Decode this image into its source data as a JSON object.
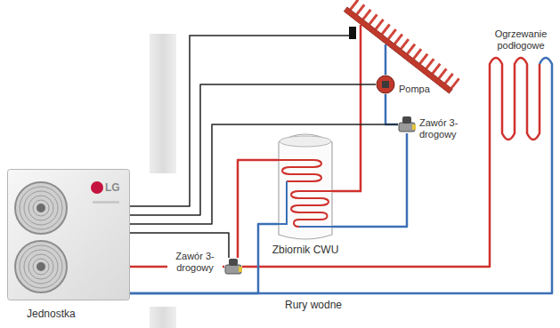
{
  "diagram": {
    "nodes": [
      {
        "text": [
          "Pompa"
        ]
      },
      {
        "text": [
          "Ogrzewanie podłogowe"
        ]
      },
      {
        "text": [
          "Zawór 3-drogowy"
        ]
      },
      {
        "text": [
          "Zbiornik CWU"
        ]
      },
      {
        "text": [
          "LG",
          "Jednostka"
        ]
      },
      {
        "text": [
          "Zawór 3-drogowy"
        ]
      }
    ],
    "edges": [
      {
        "from": 4,
        "to": 5,
        "arrow": "none"
      },
      {
        "from": 5,
        "to": 3,
        "arrow": "none"
      },
      {
        "from": 5,
        "to": 1,
        "arrow": "none"
      },
      {
        "from": 1,
        "to": 4,
        "arrow": "none"
      },
      {
        "from": 3,
        "to": 4,
        "arrow": "none"
      },
      {
        "from": 0,
        "to": 2,
        "arrow": "none"
      },
      {
        "from": 2,
        "to": 3,
        "arrow": "none"
      },
      {
        "from": 4,
        "to": 0,
        "arrow": "none"
      },
      {
        "from": 4,
        "to": 2,
        "arrow": "none"
      },
      {
        "from": 4,
        "to": 5,
        "arrow": "none"
      }
    ],
    "labels": [
      "Rury wodne"
    ]
  }
}
